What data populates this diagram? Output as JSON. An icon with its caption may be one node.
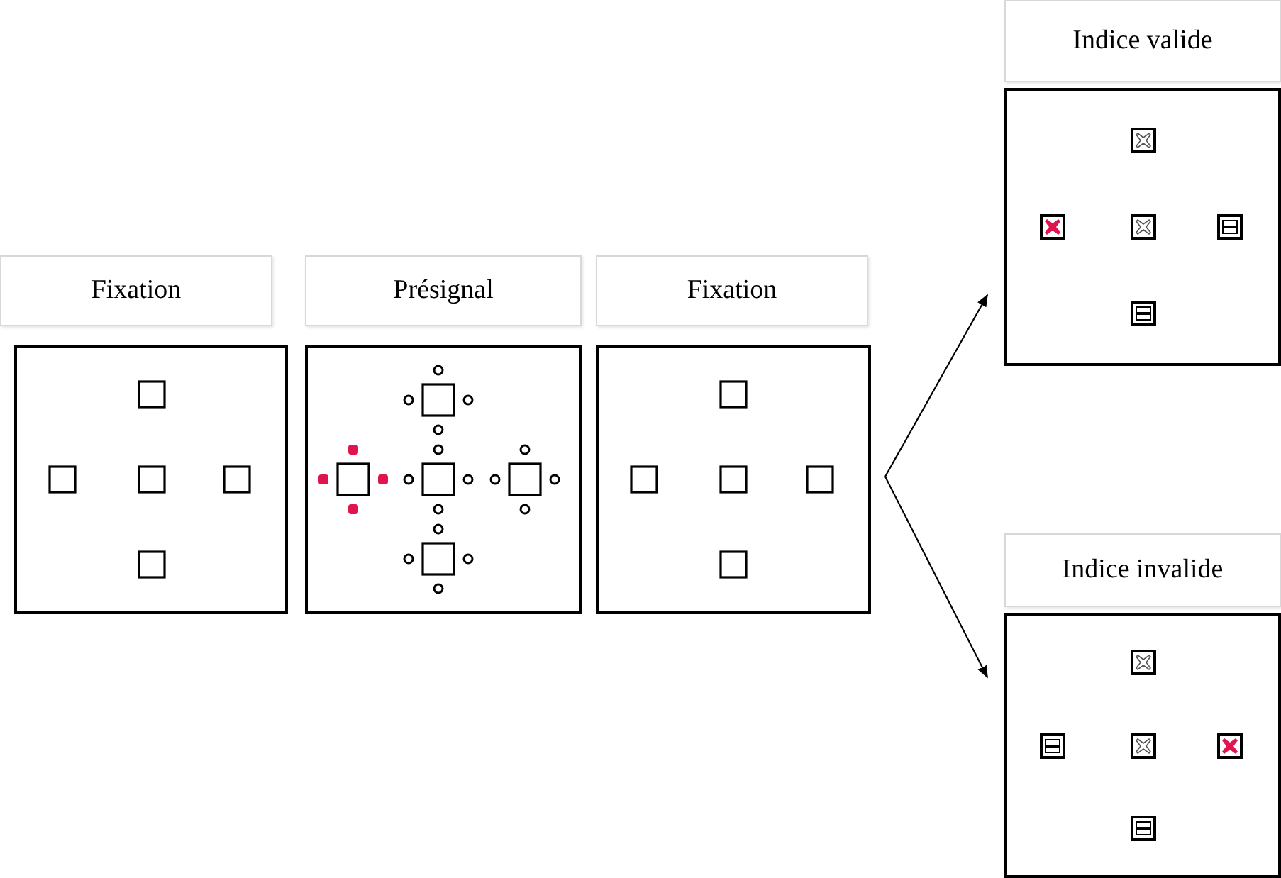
{
  "diagram": {
    "nodes": [
      {
        "text": [
          "Fixation"
        ]
      },
      {
        "text": [
          "Présignal"
        ]
      },
      {
        "text": [
          "Fixation"
        ]
      },
      {
        "text": [
          "Indice valide"
        ]
      },
      {
        "text": [
          "Indice invalide"
        ]
      }
    ],
    "edges": [
      {
        "from": 2,
        "to": 3,
        "arrow": "to"
      },
      {
        "from": 2,
        "to": 4,
        "arrow": "to"
      }
    ]
  }
}
